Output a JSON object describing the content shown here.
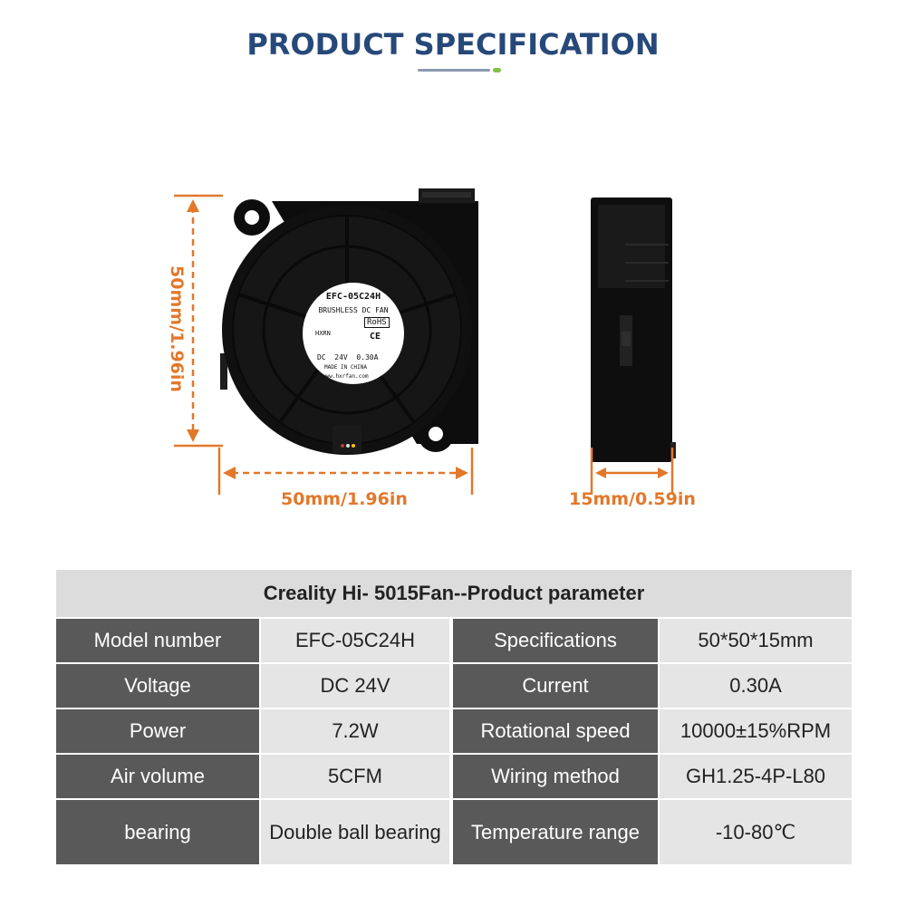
{
  "title": "PRODUCT SPECIFICATION",
  "colors": {
    "title": "#27497a",
    "accent_dimension": "#e2782a",
    "accent_green": "#7dc242",
    "label_cell_bg": "#595959",
    "value_cell_bg": "#e5e5e5",
    "header_bg": "#dcdcdc"
  },
  "dimensions": {
    "height": "50mm/1.96in",
    "width": "50mm/1.96in",
    "depth": "15mm/0.59in"
  },
  "fan_label": {
    "model": "EFC-05C24H",
    "type": "BRUSHLESS DC FAN",
    "rohs": "RoHS",
    "ce": "CE",
    "brand": "HXRN",
    "rating": "DC  24V  0.30A",
    "origin": "MADE IN CHINA",
    "website": "www.hxrfan.com"
  },
  "table": {
    "header": "Creality Hi- 5015Fan--Product parameter",
    "rows": [
      {
        "label1": "Model number",
        "value1": "EFC-05C24H",
        "label2": "Specifications",
        "value2": "50*50*15mm"
      },
      {
        "label1": "Voltage",
        "value1": "DC 24V",
        "label2": "Current",
        "value2": "0.30A"
      },
      {
        "label1": "Power",
        "value1": "7.2W",
        "label2": "Rotational speed",
        "value2": "10000±15%RPM"
      },
      {
        "label1": "Air volume",
        "value1": "5CFM",
        "label2": "Wiring method",
        "value2": "GH1.25-4P-L80"
      },
      {
        "label1": "bearing",
        "value1": "Double ball bearing",
        "label2": "Temperature range",
        "value2": "-10-80℃"
      }
    ]
  }
}
